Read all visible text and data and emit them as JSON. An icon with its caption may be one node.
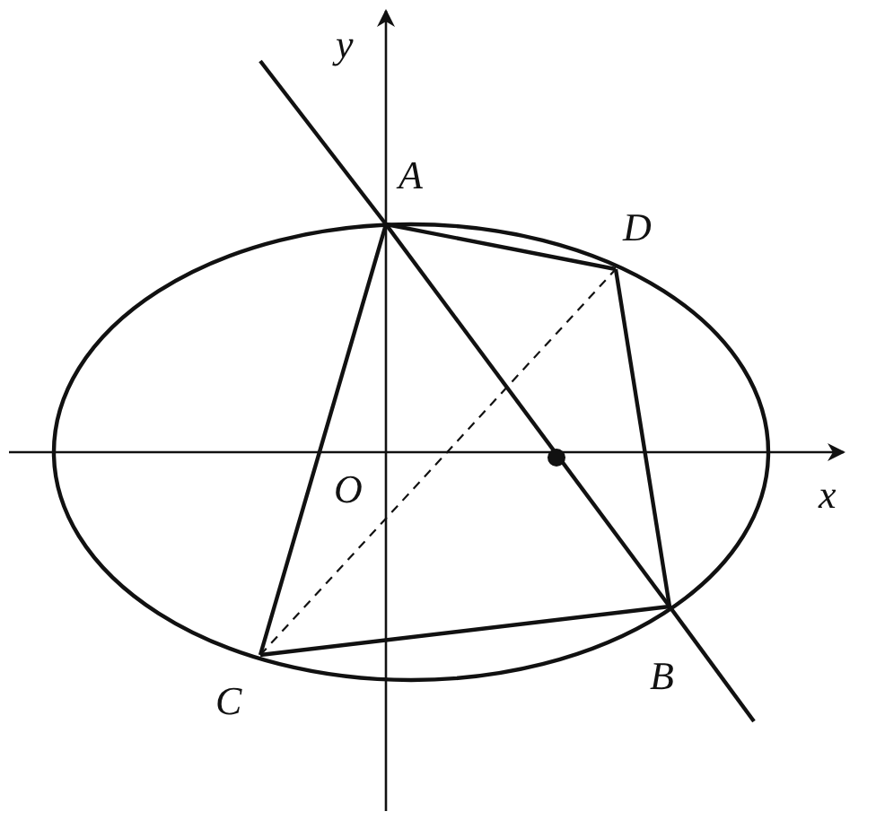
{
  "diagram": {
    "nodes": [
      {
        "text": [
          "A"
        ]
      },
      {
        "text": [
          "D"
        ]
      },
      {
        "text": [
          "B"
        ]
      },
      {
        "text": [
          "C"
        ]
      },
      {
        "text": [],
        "shape": "circle"
      }
    ],
    "edges": [
      {
        "from": 0,
        "to": 1,
        "arrow": "none"
      },
      {
        "from": 1,
        "to": 2,
        "arrow": "none"
      },
      {
        "from": 2,
        "to": 3,
        "arrow": "none"
      },
      {
        "from": 3,
        "to": 0,
        "arrow": "none"
      },
      {
        "from": 0,
        "to": 2,
        "arrow": "none"
      },
      {
        "from": 3,
        "to": 1,
        "arrow": "none",
        "style": "dashed"
      }
    ],
    "labels": [
      "y",
      "O",
      "x"
    ]
  }
}
